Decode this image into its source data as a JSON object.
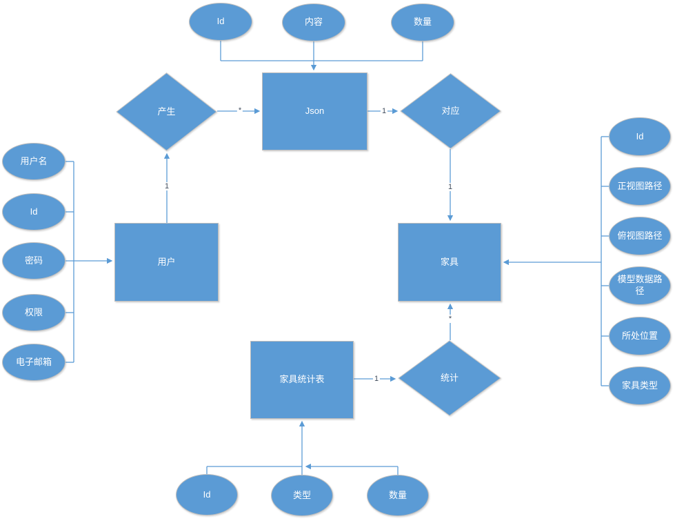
{
  "diagram": {
    "type": "entity-relationship",
    "entities": [
      {
        "label": "Json"
      },
      {
        "label": "用户"
      },
      {
        "label": "家具"
      },
      {
        "label": "家具统计表"
      }
    ],
    "relationships": [
      {
        "label": "产生"
      },
      {
        "label": "对应"
      },
      {
        "label": "统计"
      }
    ],
    "attributes": {
      "json": [
        "Id",
        "内容",
        "数量"
      ],
      "user": [
        "用户名",
        "Id",
        "密码",
        "权限",
        "电子邮箱"
      ],
      "furniture": [
        "Id",
        "正视图路径",
        "俯视图路径",
        "模型数据路径",
        "所处位置",
        "家具类型"
      ],
      "stats": [
        "Id",
        "类型",
        "数量"
      ]
    },
    "cardinalities": {
      "produce_to_json": "*",
      "json_to_correspond": "1",
      "user_to_produce": "1",
      "correspond_to_furniture": "1",
      "count_to_furniture": "*",
      "stats_to_count": "1"
    },
    "colors": {
      "shape_fill": "#5b9bd5",
      "shape_border": "#bdbdbd",
      "connector": "#5b9bd5",
      "shape_text": "#ffffff",
      "cardinality_text": "#3f4a5a",
      "background": "#ffffff"
    }
  }
}
